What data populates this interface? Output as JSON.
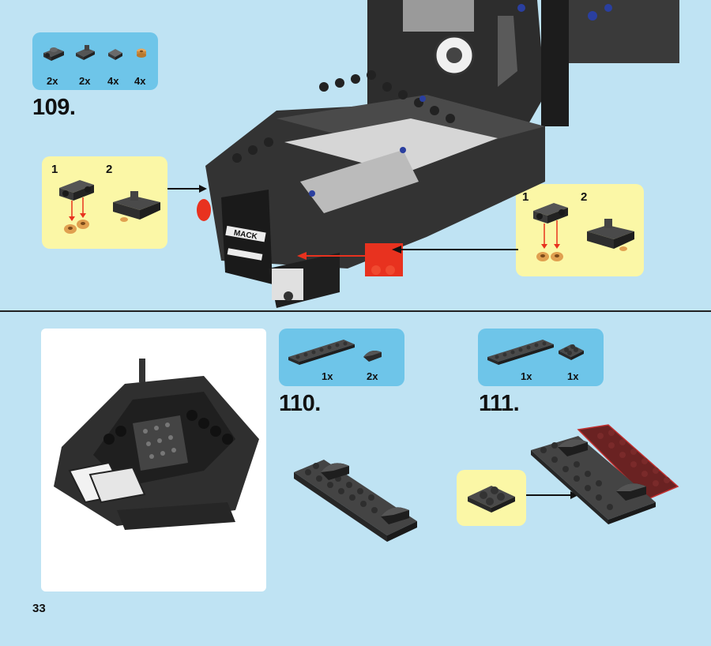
{
  "page": {
    "number": "33"
  },
  "step109": {
    "number": "109.",
    "parts": [
      {
        "qty": "2x"
      },
      {
        "qty": "2x"
      },
      {
        "qty": "4x"
      },
      {
        "qty": "4x"
      }
    ],
    "callout_left": {
      "sub1": "1",
      "sub2": "2"
    },
    "callout_right": {
      "sub1": "1",
      "sub2": "2"
    },
    "model_text": {
      "grille": "MACK"
    }
  },
  "step110": {
    "number": "110.",
    "parts": [
      {
        "qty": "1x"
      },
      {
        "qty": "2x"
      }
    ]
  },
  "step111": {
    "number": "111.",
    "parts": [
      {
        "qty": "1x"
      },
      {
        "qty": "1x"
      }
    ]
  },
  "colors": {
    "background": "#bfe3f3",
    "parts_box": "#6ec5e9",
    "callout": "#fbf7a6",
    "brick_dark": "#3a3a3a",
    "highlight_red": "#e8321f",
    "arrow": "#111111"
  }
}
